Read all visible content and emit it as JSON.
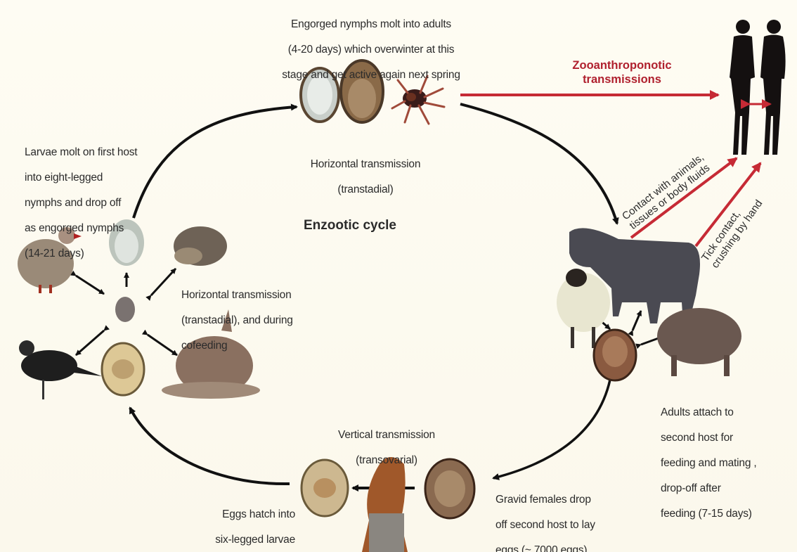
{
  "center_title": "Enzootic cycle",
  "zoonotic": {
    "line1": "Zooanthroponotic",
    "line2": "transmissions"
  },
  "labels": {
    "adults_molt": [
      "Engorged nymphs molt into adults",
      "(4-20 days) which overwinter at this",
      "stage and get active again next spring"
    ],
    "horizontal_top": [
      "Horizontal transmission",
      "(transtadial)"
    ],
    "larvae_molt": [
      "Larvae molt on first host",
      "into eight-legged",
      "nymphs and drop off",
      "as engorged nymphs",
      "(14-21 days)"
    ],
    "horizontal_cofeed": [
      "Horizontal transmission",
      "(transtadial), and during",
      "cofeeding"
    ],
    "adults_attach": [
      "Adults attach to",
      "second host for",
      "feeding and mating ,",
      "drop-off after",
      "feeding (7-15 days)"
    ],
    "vertical": [
      "Vertical transmission",
      "(transovarial)"
    ],
    "gravid": [
      "Gravid females drop",
      "off second host to lay",
      "eggs (~ 7000 eggs)"
    ],
    "eggs_hatch": [
      "Eggs hatch into",
      "six-legged larvae"
    ]
  },
  "rotated": {
    "contact1": "Contact with animals,",
    "contact2": "tissues or body fluids",
    "tick1": "Tick contact,",
    "tick2": "crushing by hand"
  },
  "colors": {
    "accent_red": "#b0202e",
    "arrow_black": "#111111",
    "background": "#fdfbf2"
  }
}
